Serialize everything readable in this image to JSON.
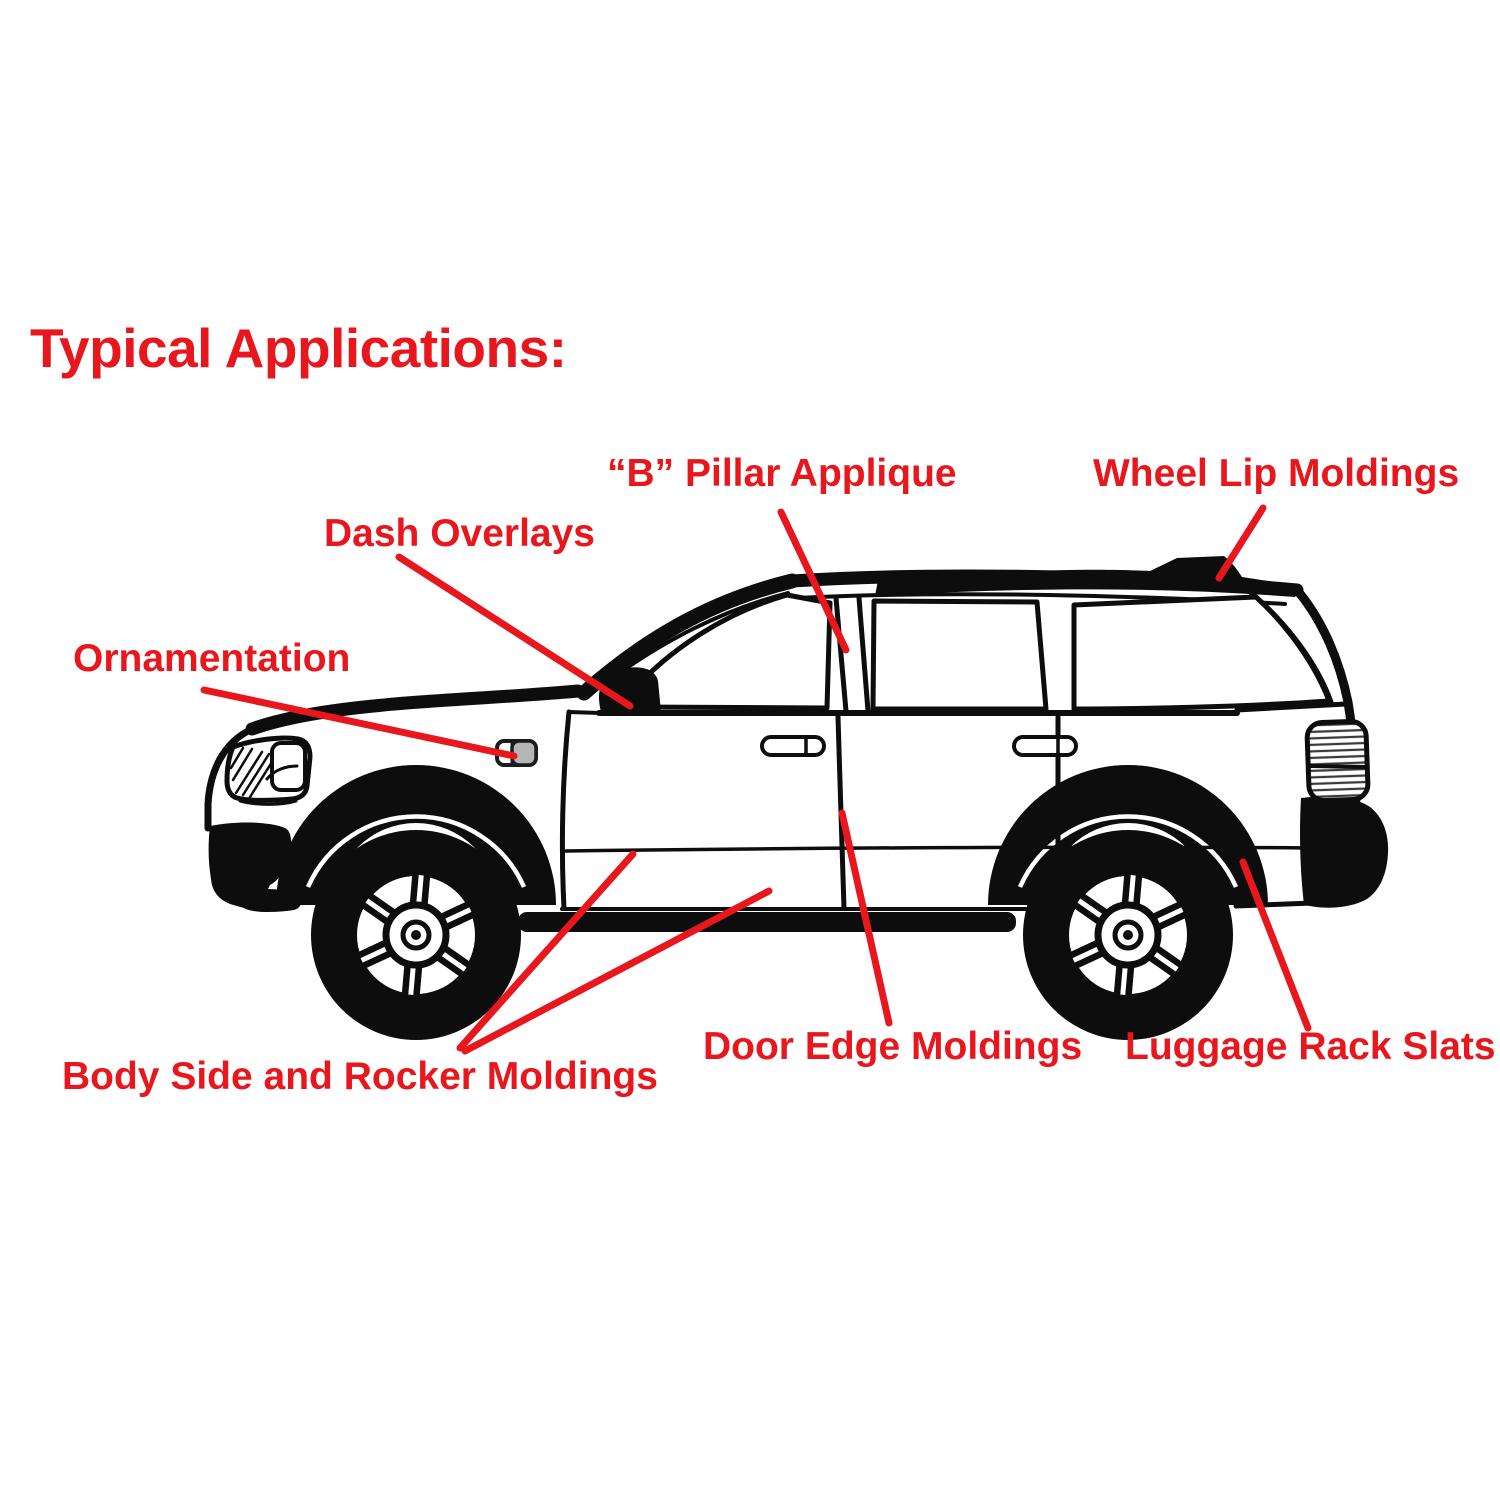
{
  "title": "Typical Applications:",
  "colors": {
    "annotation_red": "#e8171d",
    "drawing_black": "#0d0d0d",
    "badge_gray": "#b5b5b5",
    "background": "#ffffff"
  },
  "labels": {
    "dash_overlays": "Dash Overlays",
    "b_pillar_applique": "“B” Pillar Applique",
    "wheel_lip_moldings": "Wheel Lip Moldings",
    "ornamentation": "Ornamentation",
    "body_side_rocker": "Body Side and Rocker Moldings",
    "door_edge_moldings": "Door Edge Moldings",
    "luggage_rack_slats": "Luggage Rack Slats"
  },
  "diagram": {
    "subject": "Side-view line drawing of an SUV with labeled trim parts",
    "annotations": [
      {
        "label": "Dash Overlays",
        "points_to": "side mirror / front window corner"
      },
      {
        "label": "“B” Pillar Applique",
        "points_to": "B pillar between front and rear door windows"
      },
      {
        "label": "Wheel Lip Moldings",
        "points_to": "raised rail on the roof line"
      },
      {
        "label": "Ornamentation",
        "points_to": "emblem badge on front fender"
      },
      {
        "label": "Body Side and Rocker Moldings",
        "points_to": "front door side panel and rocker area"
      },
      {
        "label": "Door Edge Moldings",
        "points_to": "rear edge seam of front door"
      },
      {
        "label": "Luggage Rack Slats",
        "points_to": "rear wheel arch lip"
      }
    ]
  }
}
